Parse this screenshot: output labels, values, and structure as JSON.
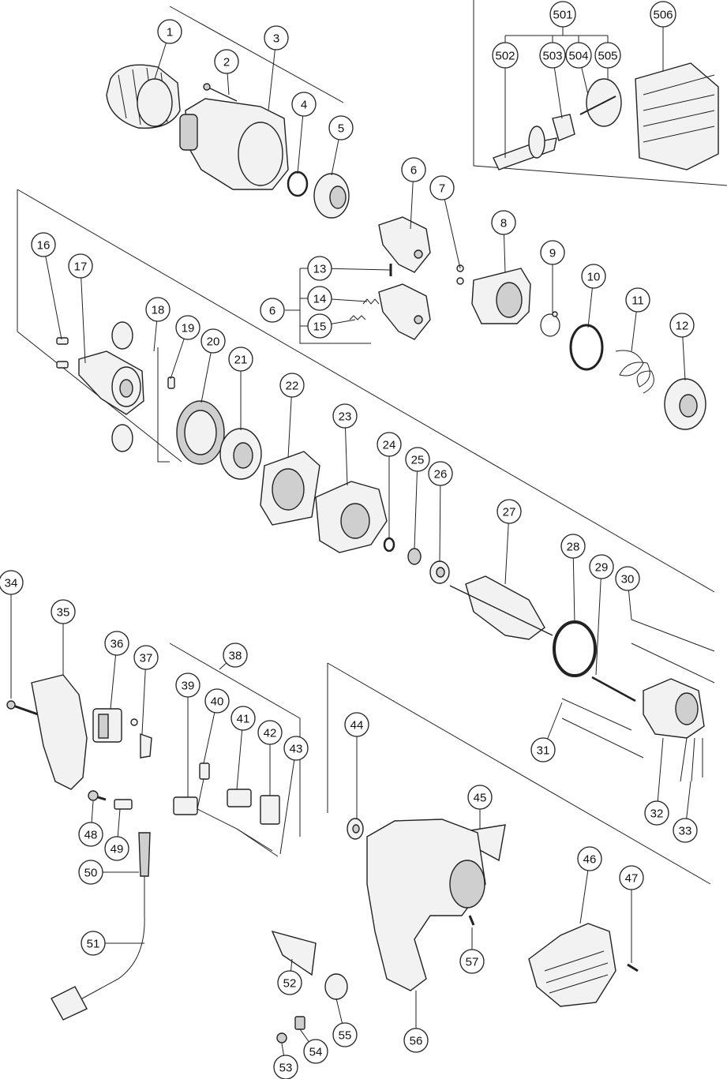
{
  "diagram": {
    "type": "exploded-parts-diagram",
    "callouts": [
      "1",
      "2",
      "3",
      "4",
      "5",
      "6",
      "6",
      "7",
      "8",
      "9",
      "10",
      "11",
      "12",
      "13",
      "14",
      "15",
      "16",
      "17",
      "18",
      "19",
      "20",
      "21",
      "22",
      "23",
      "24",
      "25",
      "26",
      "27",
      "28",
      "29",
      "30",
      "31",
      "32",
      "33",
      "34",
      "35",
      "36",
      "37",
      "38",
      "39",
      "40",
      "41",
      "42",
      "43",
      "44",
      "45",
      "46",
      "47",
      "48",
      "49",
      "50",
      "51",
      "52",
      "53",
      "54",
      "55",
      "56",
      "57",
      "501",
      "502",
      "503",
      "504",
      "505",
      "506"
    ]
  }
}
